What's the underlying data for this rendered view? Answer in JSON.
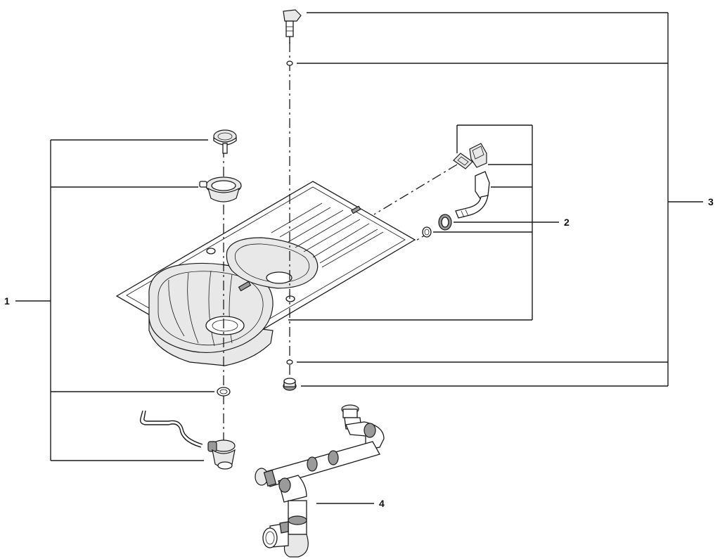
{
  "callouts": [
    {
      "id": "1",
      "label": "1"
    },
    {
      "id": "2",
      "label": "2"
    },
    {
      "id": "3",
      "label": "3"
    },
    {
      "id": "4",
      "label": "4"
    }
  ],
  "parts": [
    {
      "name": "sink-basin-strainer",
      "group": "1"
    },
    {
      "name": "strainer-basket-waste",
      "group": "1"
    },
    {
      "name": "sealing-washer",
      "group": "1"
    },
    {
      "name": "pop-up-waste-with-cable",
      "group": "1"
    },
    {
      "name": "overflow-cover",
      "group": "1"
    },
    {
      "name": "overflow-connector",
      "group": "1"
    },
    {
      "name": "overflow-ring",
      "group": "2"
    },
    {
      "name": "overflow-nut",
      "group": "2"
    },
    {
      "name": "tap-hole-plug-knob",
      "group": "3"
    },
    {
      "name": "tap-hole-washer-upper",
      "group": "3"
    },
    {
      "name": "tap-hole-washer-lower",
      "group": "3"
    },
    {
      "name": "tap-hole-nut",
      "group": "3"
    },
    {
      "name": "double-siphon-trap",
      "group": "4"
    }
  ]
}
